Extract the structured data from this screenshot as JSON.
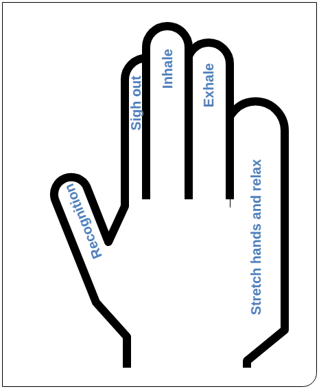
{
  "diagram": {
    "labels": [
      "Recognition",
      "Sigh out",
      "Inhale",
      "Exhale",
      "Stretch hands and relax"
    ]
  }
}
